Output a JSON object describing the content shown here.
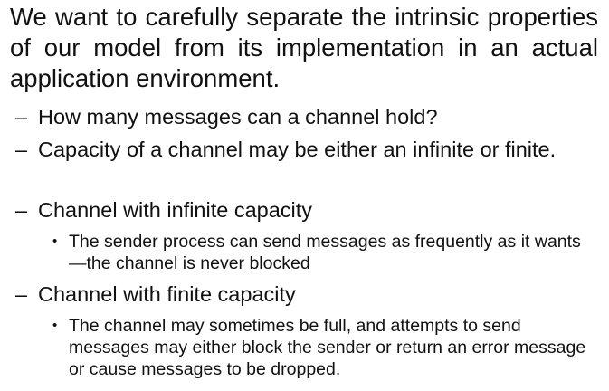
{
  "intro": "We want to carefully separate the intrinsic properties of our model from its implementation in an actual application environment.",
  "bullets": [
    {
      "marker": "–",
      "text": "How many messages can a channel hold?"
    },
    {
      "marker": "–",
      "text": "Capacity of a channel may be either an infinite or finite."
    },
    {
      "marker": "–",
      "text": "Channel with infinite capacity",
      "sub": [
        {
          "marker": "•",
          "text": "The sender process can send messages as frequently as it wants—the channel is never blocked"
        }
      ]
    },
    {
      "marker": "–",
      "text": "Channel with finite capacity",
      "sub": [
        {
          "marker": "•",
          "text": "The channel may sometimes be full, and attempts to send messages may either block the sender or return an error message or cause messages to be dropped."
        }
      ]
    }
  ]
}
